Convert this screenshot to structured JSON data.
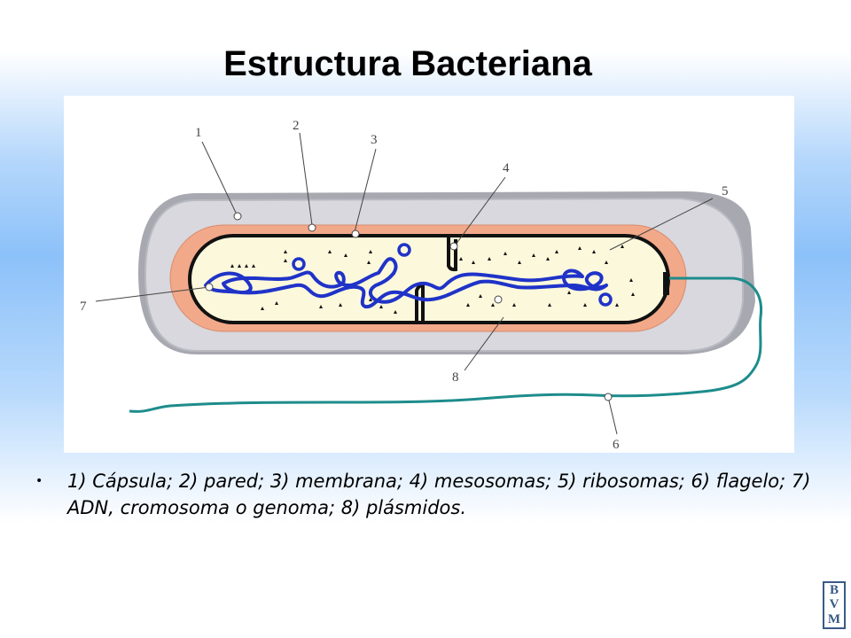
{
  "title": "Estructura Bacteriana",
  "callouts": [
    "1",
    "2",
    "3",
    "4",
    "5",
    "6",
    "7",
    "8"
  ],
  "caption": "1) Cápsula; 2) pared; 3) membrana; 4) mesosomas; 5) ribosomas; 6) flagelo; 7) ADN, cromosoma o genoma; 8) plásmidos.",
  "logo_letters": [
    "B",
    "V",
    "M"
  ],
  "colors": {
    "capsule": "#cfcfd6",
    "capsule_shadow": "#a8a8b0",
    "wall": "#f2a98a",
    "cytoplasm": "#fcf8dc",
    "dna": "#1f33c8",
    "flagellum": "#1e8c8c"
  }
}
